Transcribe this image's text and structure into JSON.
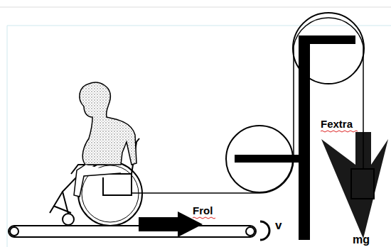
{
  "diagram": {
    "labels": [
      "Frol",
      "v",
      "Fextra",
      "mg"
    ]
  }
}
